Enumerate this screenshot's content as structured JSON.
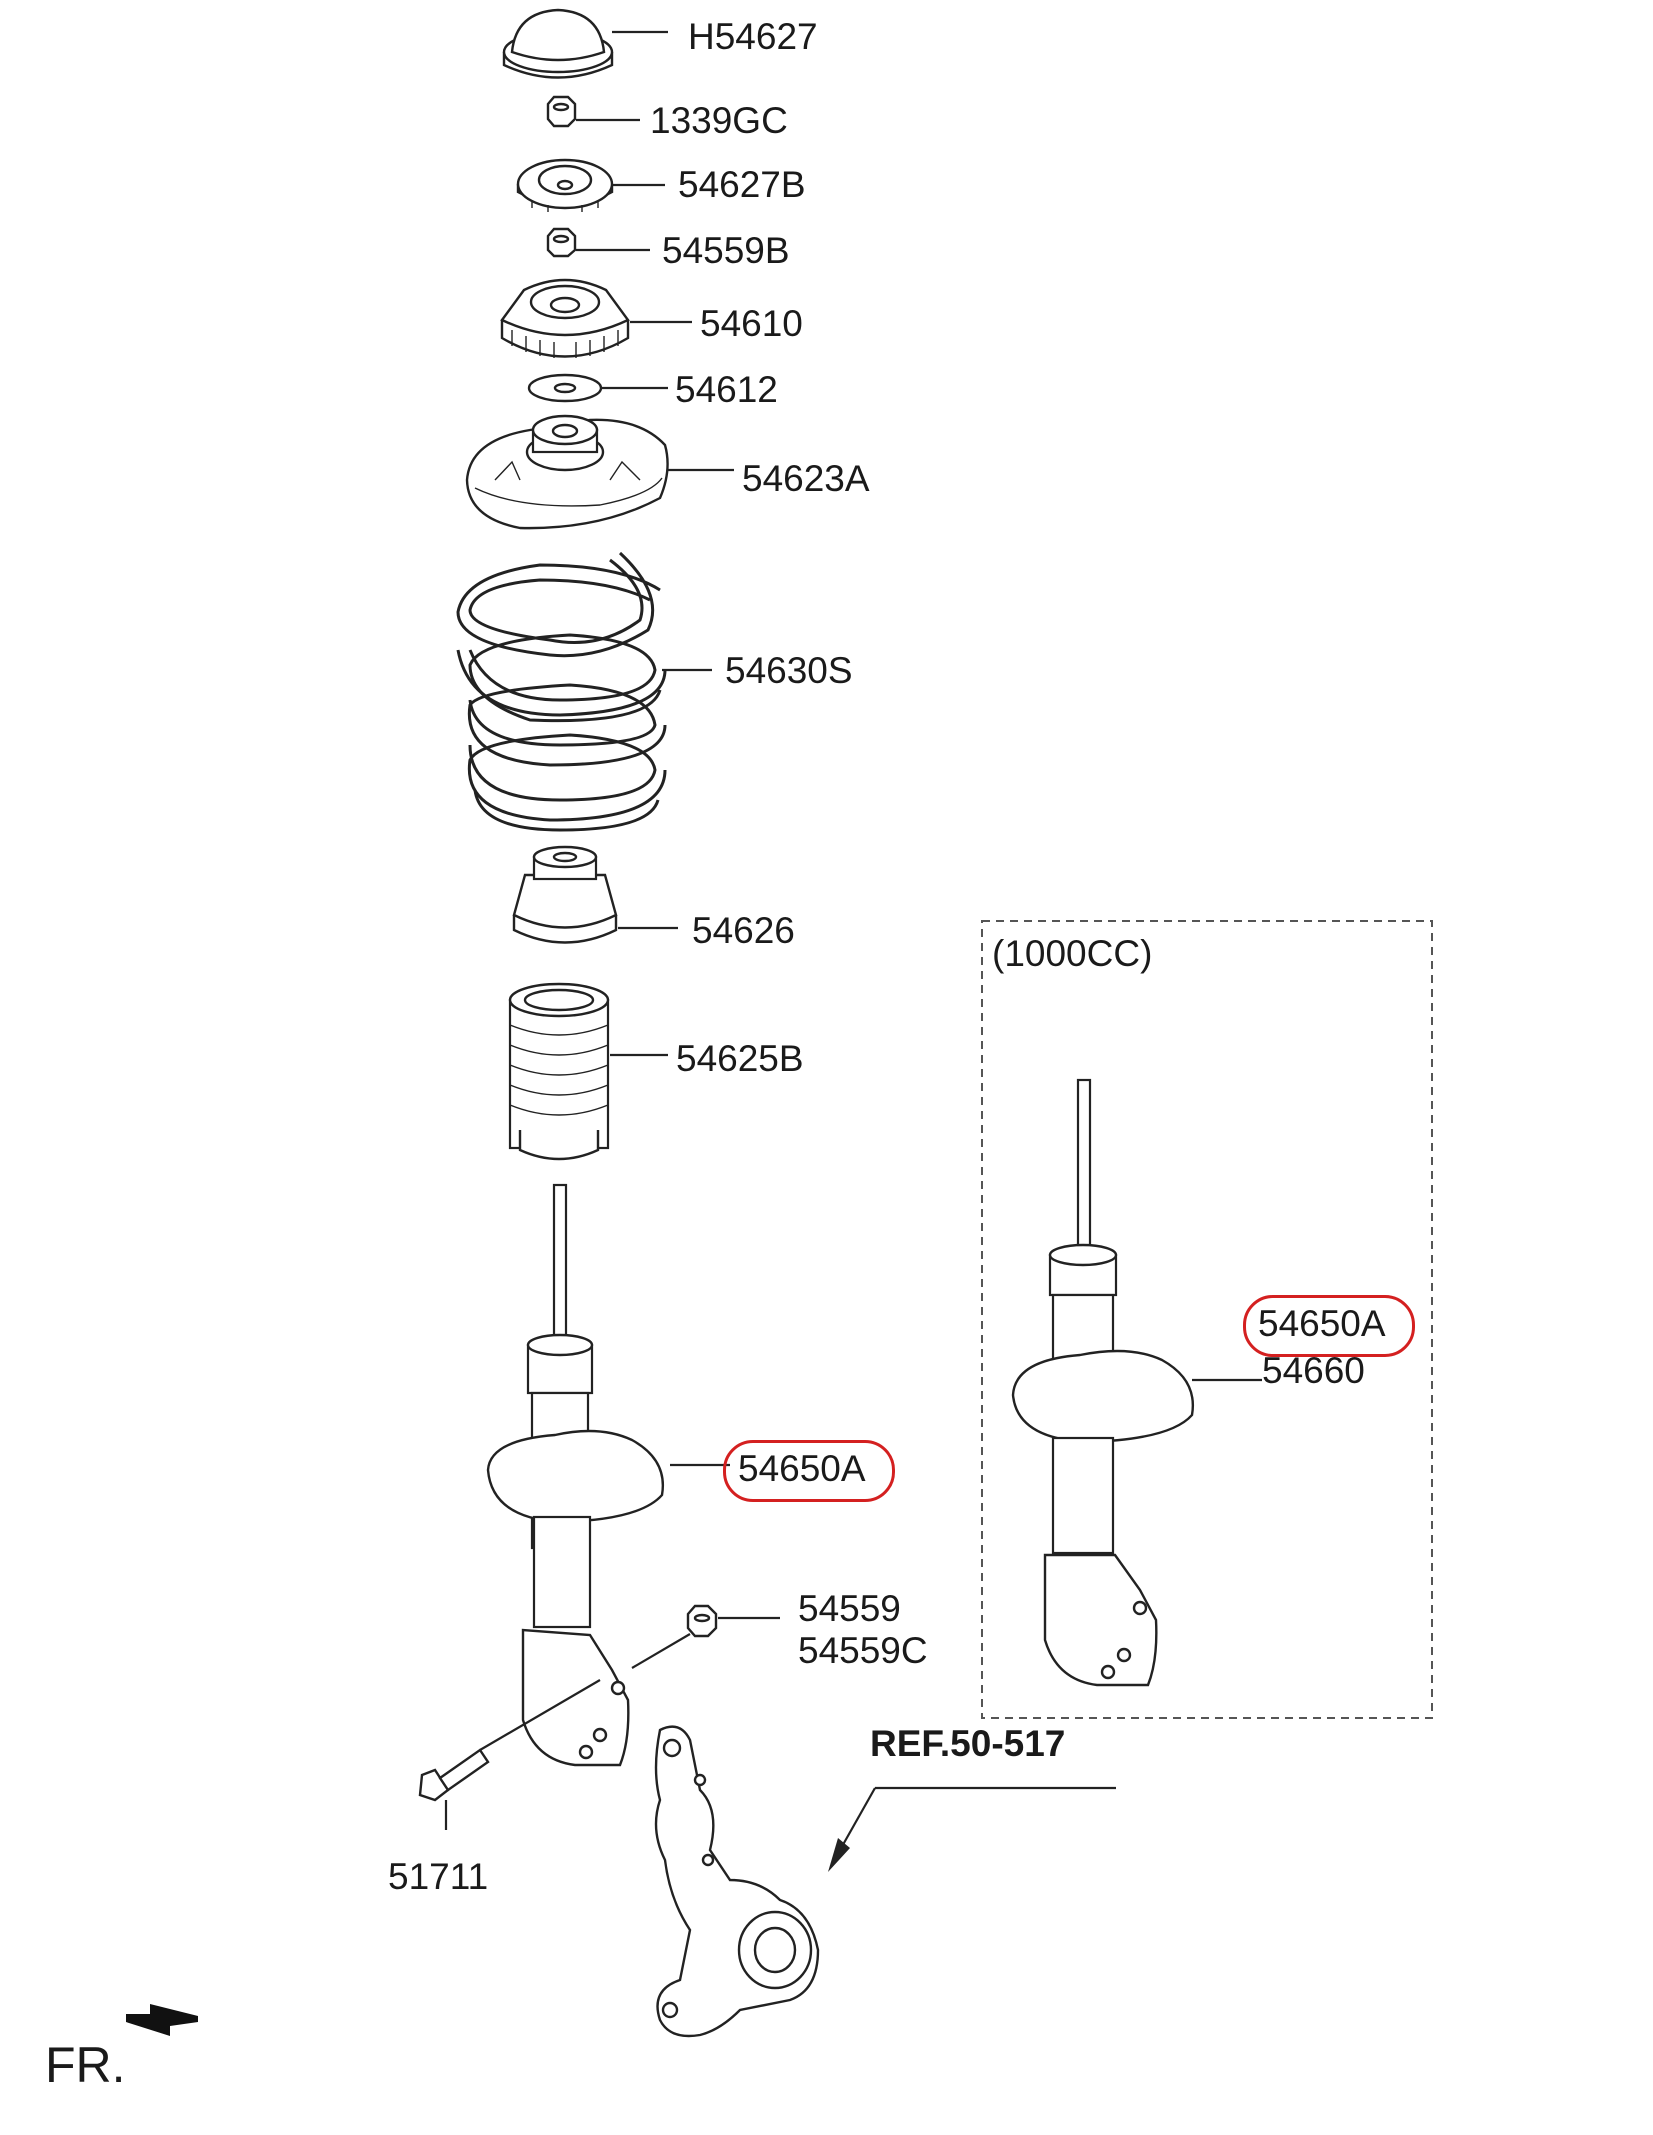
{
  "labels": {
    "h54627": "H54627",
    "p1339gc": "1339GC",
    "p54627b": "54627B",
    "p54559b": "54559B",
    "p54610": "54610",
    "p54612": "54612",
    "p54623a": "54623A",
    "p54630s": "54630S",
    "p54626": "54626",
    "p54625b": "54625B",
    "p54650a_main": "54650A",
    "p54559": "54559",
    "p54559c": "54559C",
    "p51711": "51711",
    "ref": "REF.50-517",
    "variant": "(1000CC)",
    "p54650a_alt": "54650A",
    "p54660": "54660",
    "fr": "FR."
  },
  "colors": {
    "line": "#222222",
    "highlight": "#d42020",
    "background": "#ffffff"
  }
}
